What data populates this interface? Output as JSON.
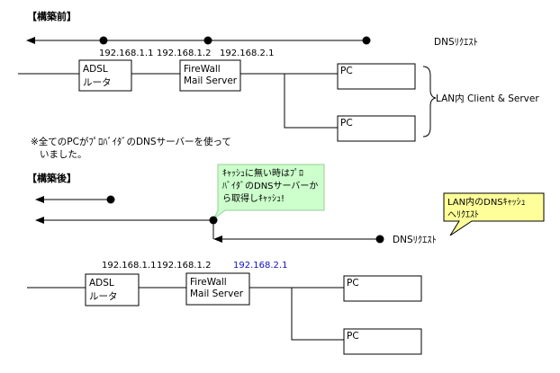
{
  "before": {
    "heading": "【構築前】",
    "ip_router": "192.168.1.1",
    "ip_firewall_wan": "192.168.1.2",
    "ip_firewall_lan": "192.168.2.1",
    "dns_request": "DNSﾘｸｴｽﾄ",
    "router_line1": "ADSL",
    "router_line2": "ルータ",
    "firewall_line1": "FireWall",
    "firewall_line2": "Mail Server",
    "pc1": "PC",
    "pc2": "PC",
    "lan_label": "LAN内 Client & Server",
    "note_line1": "※全てのPCがﾌﾟﾛﾊﾞｲﾀﾞのDNSサーバーを使って",
    "note_line2": "いました。"
  },
  "after": {
    "heading": "【構築後】",
    "callout_green_line1": "ｷｬｯｼｭに無い時はﾌﾟﾛ",
    "callout_green_line2": "ﾊﾞｲﾀﾞのDNSサーバーか",
    "callout_green_line3": "ら取得しｷｬｯｼｭ!",
    "callout_yellow_line1": "LAN内のDNSｷｬｯｼｭ",
    "callout_yellow_line2": "へﾘｸｴｽﾄ",
    "dns_request": "DNSﾘｸｴｽﾄ",
    "ip_router": "192.168.1.1",
    "ip_firewall_wan": "192.168.1.2",
    "ip_firewall_lan": "192.168.2.1",
    "router_line1": "ADSL",
    "router_line2": "ルータ",
    "firewall_line1": "FireWall",
    "firewall_line2": "Mail Server",
    "pc1": "PC",
    "pc2": "PC"
  },
  "colors": {
    "callout_green": "#ccffcc",
    "callout_yellow": "#ffff99",
    "ip_highlight": "#1010c0"
  }
}
